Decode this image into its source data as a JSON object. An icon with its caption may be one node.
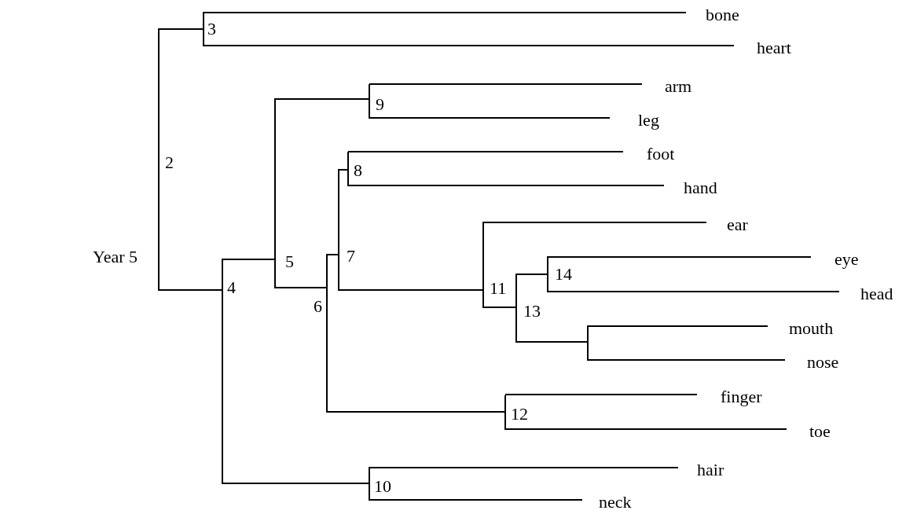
{
  "diagram": {
    "nodes": [
      {
        "text": [
          "2"
        ]
      },
      {
        "text": [
          "3"
        ]
      },
      {
        "text": [
          "bone"
        ]
      },
      {
        "text": [
          "heart"
        ]
      },
      {
        "text": [
          "4"
        ]
      },
      {
        "text": [
          "5"
        ]
      },
      {
        "text": [
          "9"
        ]
      },
      {
        "text": [
          "arm"
        ]
      },
      {
        "text": [
          "leg"
        ]
      },
      {
        "text": [
          "6"
        ]
      },
      {
        "text": [
          "7"
        ]
      },
      {
        "text": [
          "8"
        ]
      },
      {
        "text": [
          "foot"
        ]
      },
      {
        "text": [
          "hand"
        ]
      },
      {
        "text": [
          "11"
        ]
      },
      {
        "text": [
          "ear"
        ]
      },
      {
        "text": [
          "13"
        ]
      },
      {
        "text": [
          "14"
        ]
      },
      {
        "text": [
          "eye"
        ]
      },
      {
        "text": [
          "head"
        ]
      },
      {
        "text": [],
        "shape": "bar"
      },
      {
        "text": [
          "mouth"
        ]
      },
      {
        "text": [
          "nose"
        ]
      },
      {
        "text": [
          "12"
        ]
      },
      {
        "text": [
          "finger"
        ]
      },
      {
        "text": [
          "toe"
        ]
      },
      {
        "text": [
          "10"
        ]
      },
      {
        "text": [
          "hair"
        ]
      },
      {
        "text": [
          "neck"
        ]
      }
    ],
    "edges": [
      {
        "from": 0,
        "to": 1,
        "arrow": "none"
      },
      {
        "from": 1,
        "to": 2,
        "arrow": "none"
      },
      {
        "from": 1,
        "to": 3,
        "arrow": "none"
      },
      {
        "from": 0,
        "to": 4,
        "arrow": "none"
      },
      {
        "from": 4,
        "to": 5,
        "arrow": "none"
      },
      {
        "from": 5,
        "to": 6,
        "arrow": "none"
      },
      {
        "from": 6,
        "to": 7,
        "arrow": "none"
      },
      {
        "from": 6,
        "to": 8,
        "arrow": "none"
      },
      {
        "from": 5,
        "to": 9,
        "arrow": "none"
      },
      {
        "from": 9,
        "to": 10,
        "arrow": "none"
      },
      {
        "from": 10,
        "to": 11,
        "arrow": "none"
      },
      {
        "from": 11,
        "to": 12,
        "arrow": "none"
      },
      {
        "from": 11,
        "to": 13,
        "arrow": "none"
      },
      {
        "from": 10,
        "to": 14,
        "arrow": "none"
      },
      {
        "from": 14,
        "to": 15,
        "arrow": "none"
      },
      {
        "from": 14,
        "to": 16,
        "arrow": "none"
      },
      {
        "from": 16,
        "to": 17,
        "arrow": "none"
      },
      {
        "from": 17,
        "to": 18,
        "arrow": "none"
      },
      {
        "from": 17,
        "to": 19,
        "arrow": "none"
      },
      {
        "from": 16,
        "to": 20,
        "arrow": "none"
      },
      {
        "from": 20,
        "to": 21,
        "arrow": "none"
      },
      {
        "from": 20,
        "to": 22,
        "arrow": "none"
      },
      {
        "from": 9,
        "to": 23,
        "arrow": "none"
      },
      {
        "from": 23,
        "to": 24,
        "arrow": "none"
      },
      {
        "from": 23,
        "to": 25,
        "arrow": "none"
      },
      {
        "from": 4,
        "to": 26,
        "arrow": "none"
      },
      {
        "from": 26,
        "to": 27,
        "arrow": "none"
      },
      {
        "from": 26,
        "to": 28,
        "arrow": "none"
      }
    ],
    "labels": [
      "Year 5"
    ]
  }
}
